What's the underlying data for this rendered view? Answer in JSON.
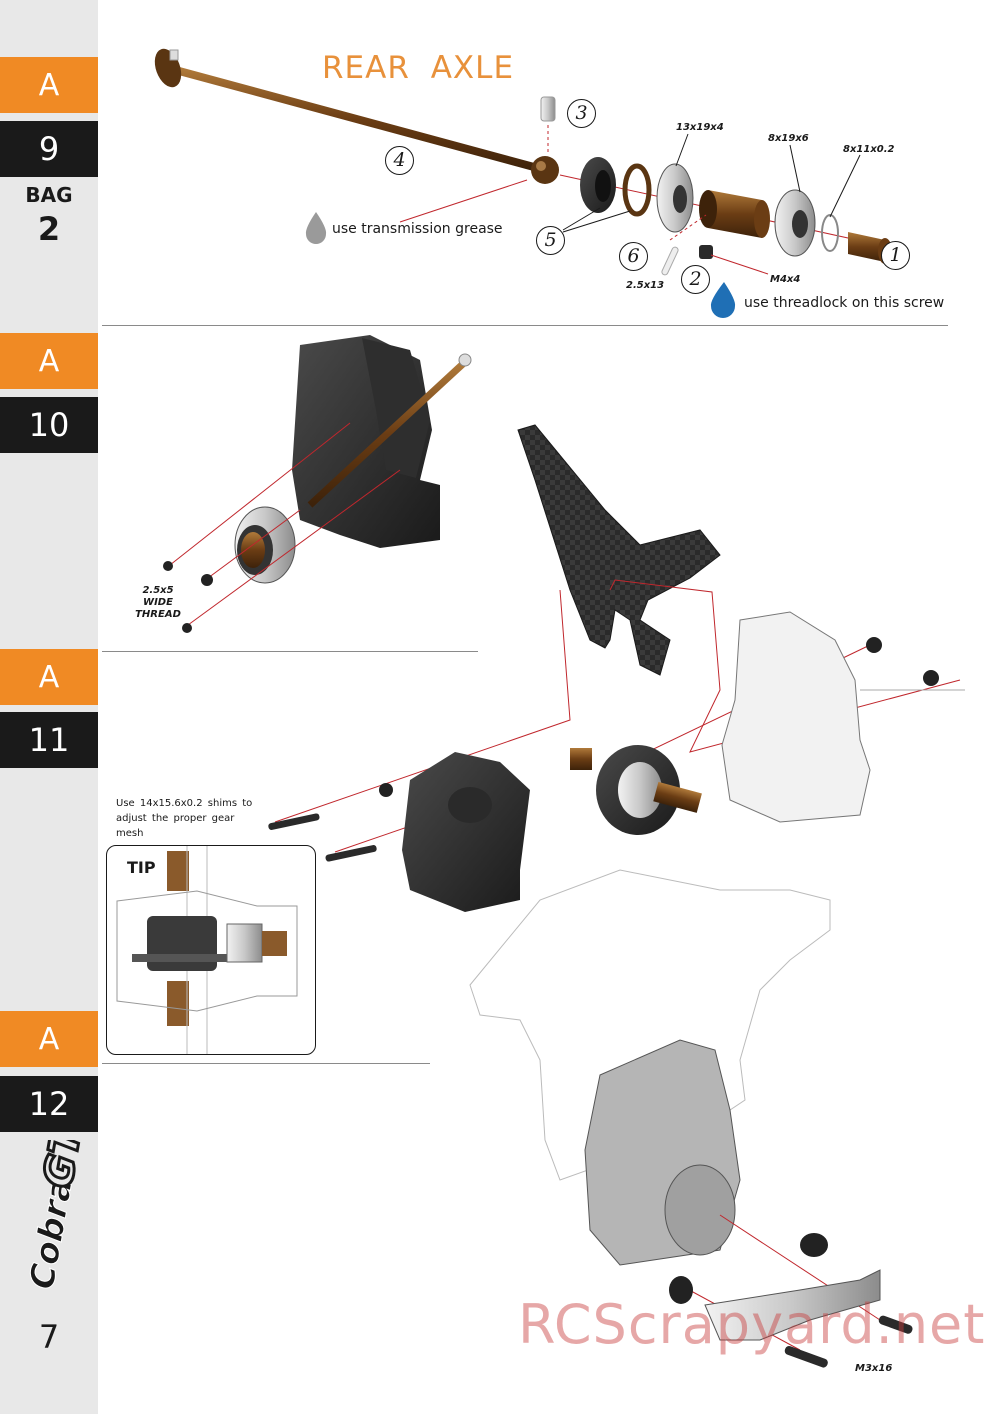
{
  "sidebar": {
    "steps": [
      {
        "letter": "A",
        "number": "9"
      },
      {
        "letter": "A",
        "number": "10"
      },
      {
        "letter": "A",
        "number": "11"
      },
      {
        "letter": "A",
        "number": "12"
      }
    ],
    "bag_label": "BAG",
    "bag_number": "2",
    "logo_text": "CobraGTe",
    "page_number": "7"
  },
  "section_title": "REAR AXLE",
  "parts": {
    "bearing_13x19x4": "13x19x4",
    "bearing_8x19x6": "8x19x6",
    "shim_8x11x0_2": "8x11x0.2",
    "screw_m4x4": "M4x4",
    "pin_2_5x13": "2.5x13",
    "screw_2_5x5": "2.5x5",
    "wide": "WIDE",
    "thread": "THREAD",
    "screw_m3x16": "M3x16"
  },
  "callouts": [
    "1",
    "2",
    "3",
    "4",
    "5",
    "6"
  ],
  "notes": {
    "grease": "use transmission grease",
    "threadlock": "use threadlock on this screw",
    "shim_tip": "Use 14x15.6x0.2 shims to adjust the proper gear mesh",
    "tip_label": "TIP"
  },
  "watermark": "RCScrapyard.net",
  "colors": {
    "orange": "#f08a24",
    "black_band": "#1a1a1a",
    "title_orange": "#e8913b",
    "bronze": "#8a5a2b",
    "leader_red": "#c0272d",
    "grease_drop": "#9a9a9a",
    "threadlock_drop": "#1f6fb5"
  }
}
